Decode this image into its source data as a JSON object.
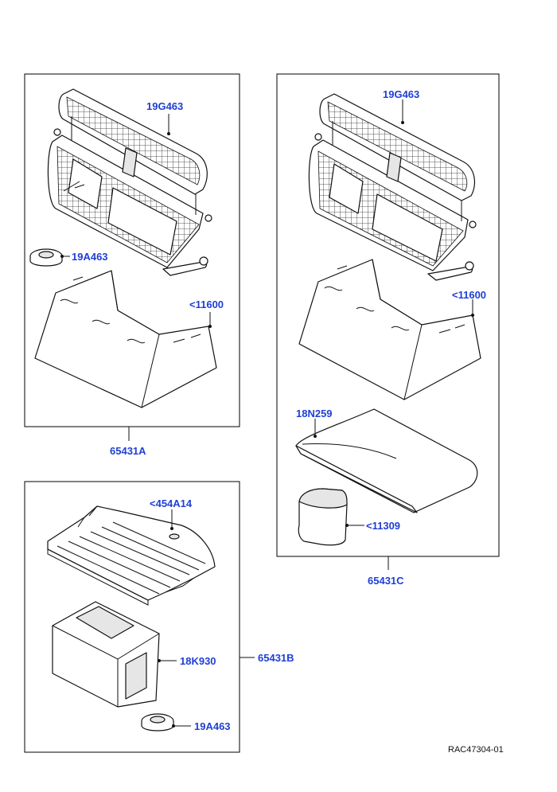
{
  "callouts": {
    "kit_a": "65431A",
    "kit_b": "65431B",
    "kit_c": "65431C",
    "a_guard": "19G463",
    "a_ring": "19A463",
    "a_bin": "<11600",
    "c_guard": "19G463",
    "c_bin": "<11600",
    "c_cushion": "18N259",
    "c_pouch": "<11309",
    "b_tray": "<454A14",
    "b_box": "18K930",
    "b_ring": "19A463"
  },
  "reference": "RAC47304-01",
  "colors": {
    "label": "#1f3fd6",
    "line": "#111111"
  }
}
